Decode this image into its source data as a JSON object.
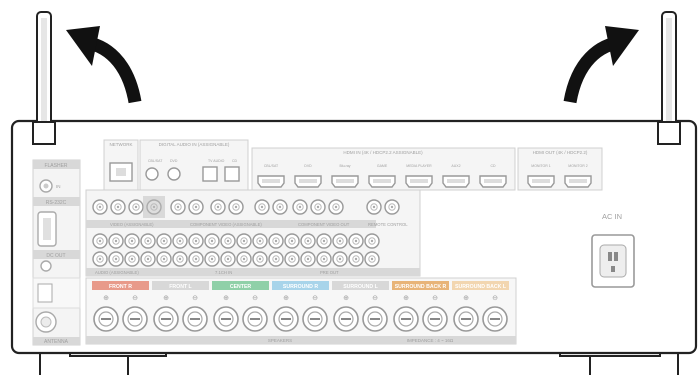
{
  "sections": {
    "flasher": "FLASHER",
    "flasher_in": "IN",
    "rs232c": "RS-232C",
    "dc_out": "DC OUT",
    "antenna": "ANTENNA",
    "network": "NETWORK",
    "digital_audio_in": "DIGITAL AUDIO IN (ASSIGNABLE)",
    "hdmi_in": "HDMI IN (4K / HDCP2.2 ASSIGNABLE)",
    "hdmi_out": "HDMI OUT (4K / HDCP2.2)",
    "video_assignable": "VIDEO (ASSIGNABLE)",
    "component_video": "COMPONENT VIDEO (ASSIGNABLE)",
    "component_video_out": "COMPONENT VIDEO OUT",
    "remote_control": "REMOTE CONTROL",
    "audio_assignable": "AUDIO (ASSIGNABLE)",
    "ch7_in": "7.1CH IN",
    "pre_out": "PRE OUT",
    "ac_in": "AC IN",
    "speakers": "SPEAKERS",
    "impedance": "IMPEDANCE : 4 ~ 16Ω"
  },
  "hdmi_inputs": [
    "CBL/SAT",
    "DVD",
    "Blu-ray",
    "GAME",
    "MEDIA PLAYER",
    "AUX2",
    "CD"
  ],
  "hdmi_outputs": [
    "MONITOR 1",
    "MONITOR 2"
  ],
  "digital_inputs": [
    "CBL/SAT",
    "DVD",
    "TV AUDIO",
    "CD"
  ],
  "speaker_groups": [
    {
      "label": "FRONT R",
      "color": "#e89a8a"
    },
    {
      "label": "FRONT L",
      "color": "#d8d8d8"
    },
    {
      "label": "CENTER",
      "color": "#8fd0a8"
    },
    {
      "label": "SURROUND R",
      "color": "#a8d4ea"
    },
    {
      "label": "SURROUND L",
      "color": "#d8d8d8"
    },
    {
      "label": "SURROUND BACK R",
      "color": "#e8b478"
    },
    {
      "label": "SURROUND BACK L",
      "color": "#f2d6b0"
    }
  ],
  "polarity": [
    "⊕",
    "⊖"
  ]
}
